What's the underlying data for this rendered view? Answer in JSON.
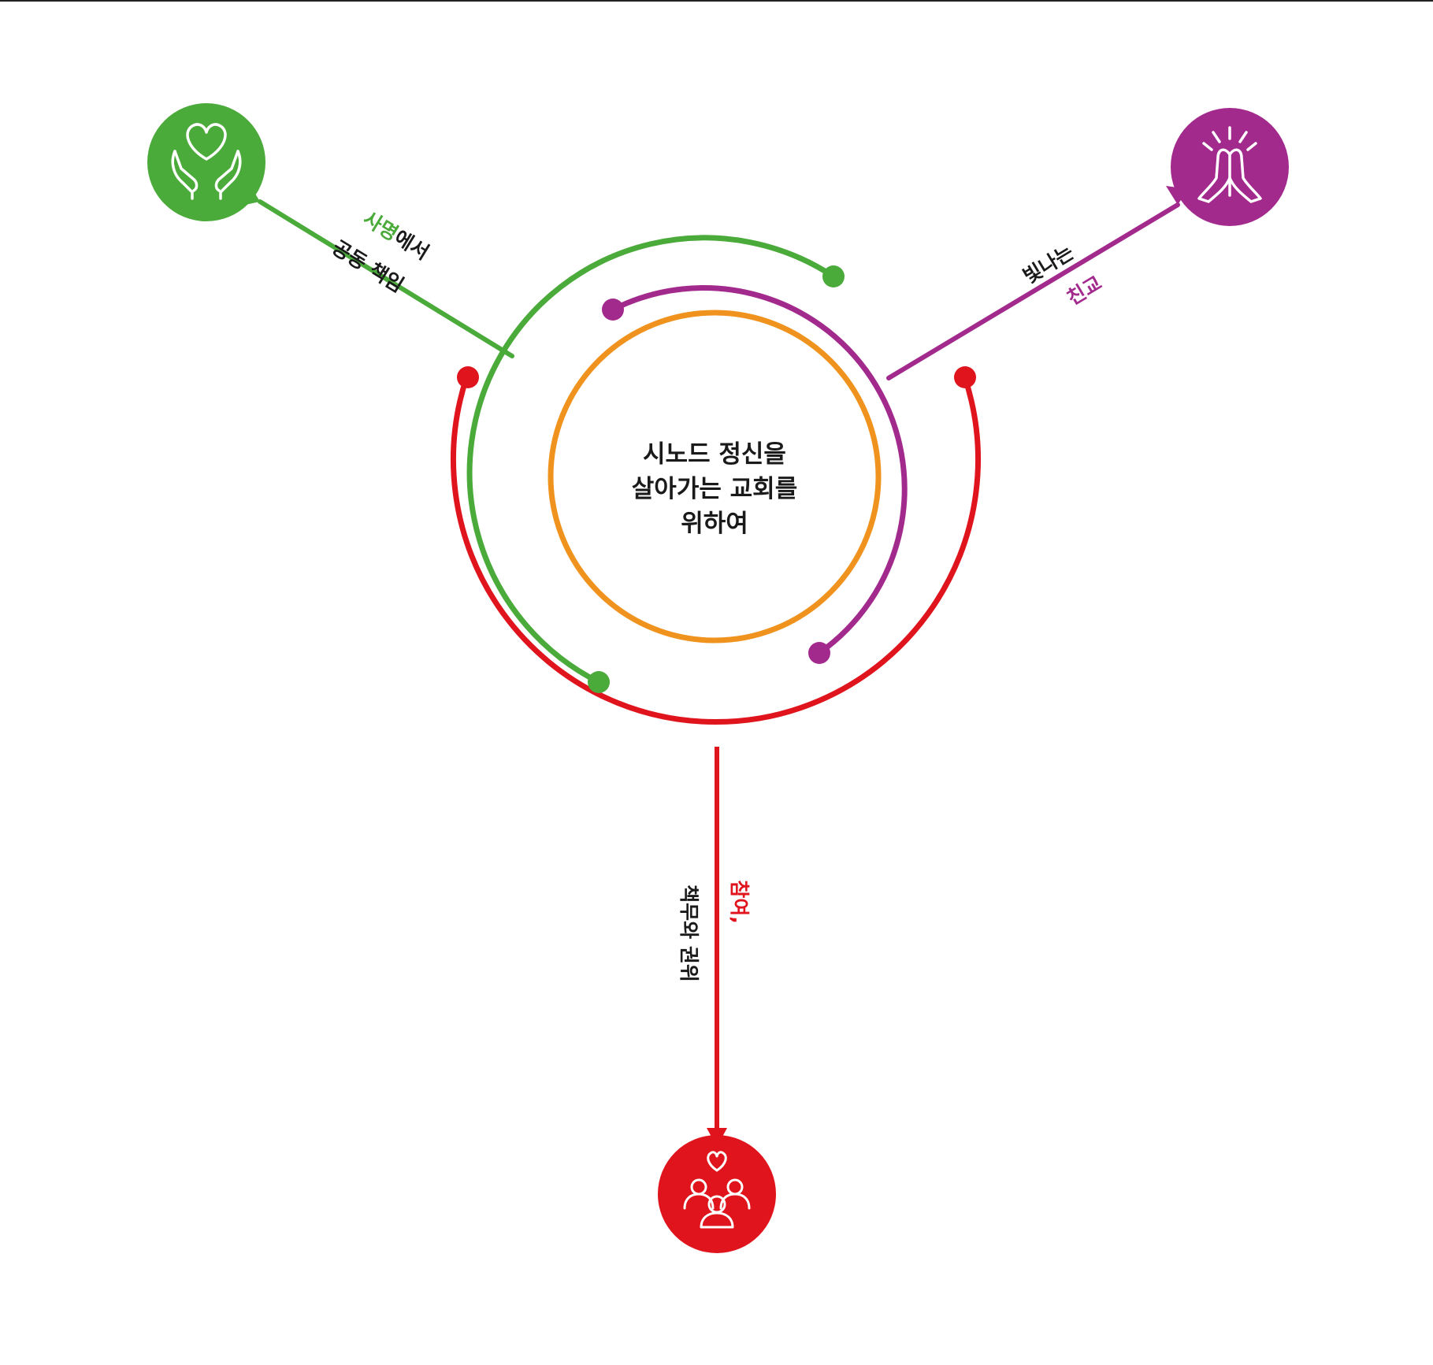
{
  "center": {
    "line1": "시노드 정신을",
    "line2": "살아가는 교회를",
    "line3": "위하여"
  },
  "branches": {
    "mission": {
      "word_colored": "사명",
      "word_rest": "에서",
      "line2": "공동 책임",
      "icon": "hands-heart-icon"
    },
    "communion": {
      "line1": "빛나는",
      "word_colored": "친교",
      "icon": "praying-hands-icon"
    },
    "participation": {
      "word_colored": "참여,",
      "line2": "책무와 권위",
      "icon": "people-heart-icon"
    }
  },
  "colors": {
    "green": "#4aaa3a",
    "purple": "#a32a8d",
    "red": "#e0141d",
    "orange": "#f0931e",
    "text": "#1a1a1a"
  }
}
